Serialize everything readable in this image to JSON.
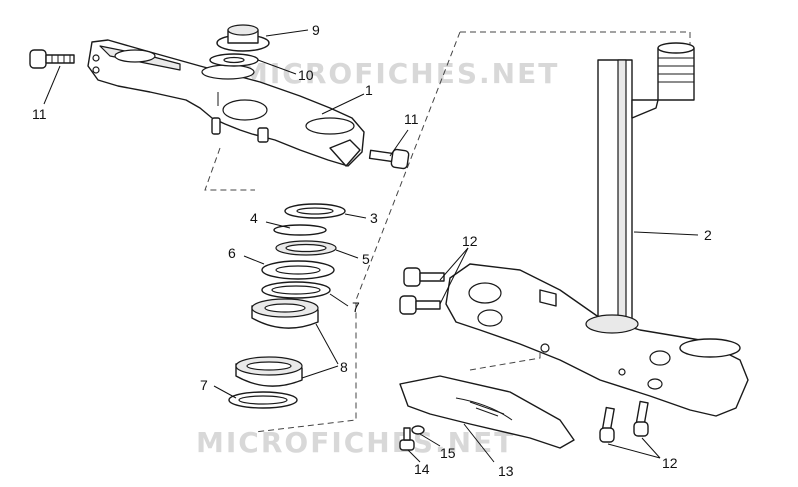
{
  "watermark": {
    "text": "MICROFICHES.NET",
    "color": "#d8d8d8"
  },
  "callouts": [
    {
      "id": "c1",
      "label": "1"
    },
    {
      "id": "c2",
      "label": "2"
    },
    {
      "id": "c3",
      "label": "3"
    },
    {
      "id": "c4",
      "label": "4"
    },
    {
      "id": "c5",
      "label": "5"
    },
    {
      "id": "c6",
      "label": "6"
    },
    {
      "id": "c7a",
      "label": "7"
    },
    {
      "id": "c7b",
      "label": "7"
    },
    {
      "id": "c8",
      "label": "8"
    },
    {
      "id": "c9",
      "label": "9"
    },
    {
      "id": "c10",
      "label": "10"
    },
    {
      "id": "c11a",
      "label": "11"
    },
    {
      "id": "c11b",
      "label": "11"
    },
    {
      "id": "c12a",
      "label": "12"
    },
    {
      "id": "c12b",
      "label": "12"
    },
    {
      "id": "c13",
      "label": "13"
    },
    {
      "id": "c14",
      "label": "14"
    },
    {
      "id": "c15",
      "label": "15"
    }
  ]
}
